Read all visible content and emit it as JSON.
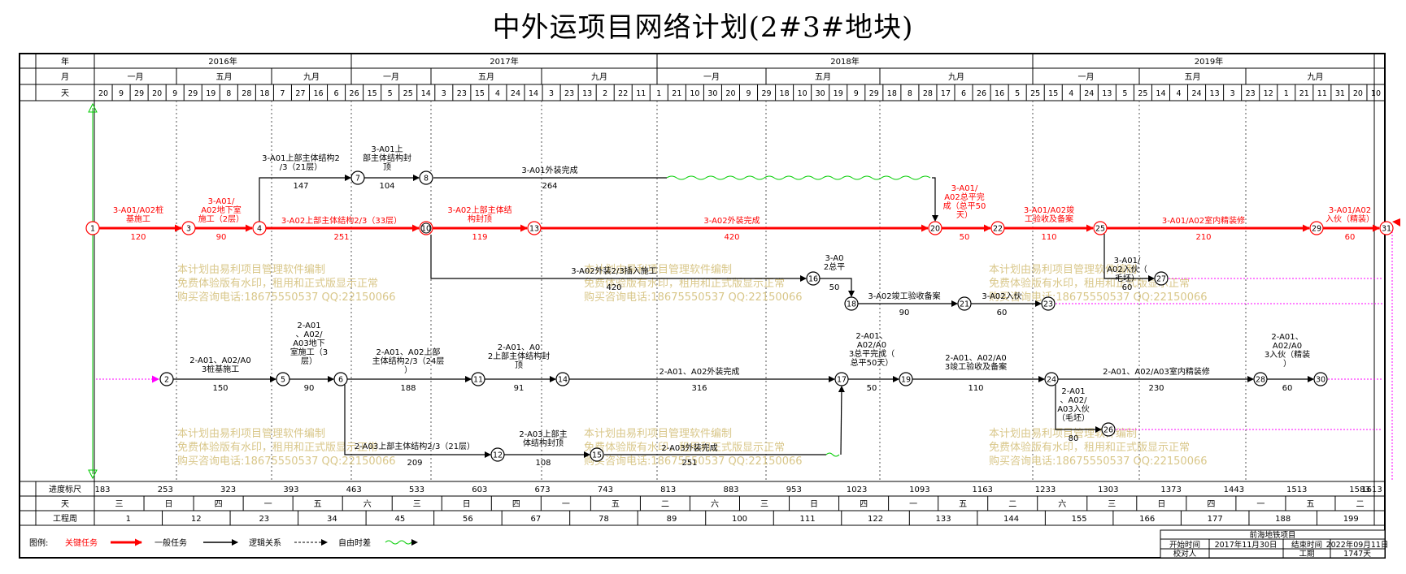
{
  "title": "中外运项目网络计划(2#3#地块)",
  "colors": {
    "critical": "#ff0000",
    "general": "#000000",
    "free_float": "#ff00ff",
    "logic": "#000000",
    "wave": "#00cc00",
    "watermark": "#d9c78a"
  },
  "header": {
    "row_labels": {
      "year": "年",
      "month": "月",
      "day": "天"
    },
    "years": [
      "2016年",
      "2017年",
      "2018年",
      "2019年"
    ],
    "months": [
      "一月",
      "五月",
      "九月",
      "一月",
      "五月",
      "九月",
      "一月",
      "五月",
      "九月",
      "一月",
      "五月",
      "九月"
    ],
    "days": [
      "20",
      "9",
      "29",
      "20",
      "9",
      "29",
      "19",
      "8",
      "28",
      "18",
      "7",
      "27",
      "16",
      "6",
      "26",
      "15",
      "5",
      "25",
      "14",
      "3",
      "23",
      "15",
      "4",
      "24",
      "14",
      "3",
      "23",
      "13",
      "2",
      "22",
      "11",
      "1",
      "21",
      "10",
      "30",
      "20",
      "9",
      "29",
      "18",
      "10",
      "30",
      "19",
      "9",
      "29",
      "18",
      "8",
      "28",
      "17",
      "6",
      "26",
      "16",
      "5",
      "25",
      "15",
      "4",
      "24",
      "13",
      "5",
      "25",
      "14",
      "4",
      "24",
      "13",
      "3",
      "23",
      "12",
      "1",
      "21",
      "11",
      "31",
      "20",
      "10"
    ]
  },
  "footer": {
    "progress": {
      "label": "进度标尺",
      "ticks": [
        "183",
        "253",
        "323",
        "393",
        "463",
        "533",
        "603",
        "673",
        "743",
        "813",
        "883",
        "953",
        "1023",
        "1093",
        "1163",
        "1233",
        "1303",
        "1373",
        "1443",
        "1513",
        "1583",
        "1613"
      ]
    },
    "weekday": {
      "label": "天",
      "values": [
        "三",
        "日",
        "四",
        "一",
        "五",
        "六",
        "三",
        "日",
        "四",
        "一",
        "五",
        "二",
        "六",
        "三",
        "日",
        "四",
        "一",
        "五",
        "二",
        "六",
        "三",
        "日",
        "四",
        "一",
        "五",
        "二"
      ]
    },
    "week": {
      "label": "工程周",
      "values": [
        "1",
        "12",
        "23",
        "34",
        "45",
        "56",
        "67",
        "78",
        "89",
        "100",
        "111",
        "122",
        "133",
        "144",
        "155",
        "166",
        "177",
        "188",
        "199"
      ]
    }
  },
  "legend": {
    "label": "图例:",
    "items": [
      "关键任务",
      "一般任务",
      "逻辑关系",
      "自由时差"
    ]
  },
  "info": {
    "project": "前海地铁项目",
    "start_label": "开始时间",
    "start": "2017年11月30日",
    "end_label": "结束时间",
    "end": "2022年09月11日",
    "checker_label": "校对人",
    "duration_label": "工期",
    "duration": "1747天"
  },
  "watermark": [
    "本计划由易利项目管理软件编制",
    "免费体验版有水印，租用和正式版显示正常",
    "购买咨询电话:18675550537 QQ:22150066"
  ],
  "nodes": [
    "1",
    "2",
    "3",
    "4",
    "5",
    "6",
    "7",
    "8",
    "10",
    "11",
    "12",
    "13",
    "14",
    "15",
    "16",
    "17",
    "18",
    "19",
    "20",
    "21",
    "22",
    "23",
    "24",
    "25",
    "26",
    "27",
    "28",
    "29",
    "30",
    "31"
  ],
  "tasks": {
    "t1_3": {
      "name": "3-A01/A02桩基施工",
      "dur": "120"
    },
    "t3_4": {
      "name": "3-A01/A02地下室施工（2层）",
      "dur": "90"
    },
    "t4_10": {
      "name": "3-A02上部主体结构2/3（33层）",
      "dur": "251"
    },
    "t4_7": {
      "name": "3-A01上部主体结构2/3（21层）",
      "dur": "147"
    },
    "t7_8": {
      "name": "3-A01上部主体结构封顶",
      "dur": "104"
    },
    "t8_20": {
      "name": "3-A01外装完成",
      "dur": "264"
    },
    "t10_13": {
      "name": "3-A02上部主体结构封顶",
      "dur": "119"
    },
    "t13_20": {
      "name": "3-A02外装完成",
      "dur": "420"
    },
    "t20_22": {
      "name": "3-A01/A02总平完成（总平50天）",
      "dur": "50"
    },
    "t22_25": {
      "name": "3-A01/A02竣工验收及备案",
      "dur": "110"
    },
    "t25_29": {
      "name": "3-A01/A02室内精装修",
      "dur": "210"
    },
    "t29_31": {
      "name": "3-A01/A02入伙（精装）",
      "dur": "60"
    },
    "t10_16": {
      "name": "3-A02外装2/3插入施工",
      "dur": "420"
    },
    "t16_18": {
      "name": "3-A02总平",
      "dur": "50"
    },
    "t18_21": {
      "name": "3-A02竣工验收备案",
      "dur": "90"
    },
    "t21_23": {
      "name": "3-A02入伙",
      "dur": "60"
    },
    "t25_27": {
      "name": "3-A01/A02入伙（毛坯）",
      "dur": "60"
    },
    "t2_5": {
      "name": "2-A01、A02/A03桩基施工",
      "dur": "150"
    },
    "t5_6": {
      "name": "2-A01、A02/A03地下室施工（3层）",
      "dur": "90"
    },
    "t6_11": {
      "name": "2-A01、A02上部主体结构2/3（24层）",
      "dur": "188"
    },
    "t11_14": {
      "name": "2-A01、A02上部主体结构封顶",
      "dur": "91"
    },
    "t14_17": {
      "name": "2-A01、A02外装完成",
      "dur": "316"
    },
    "t17_19": {
      "name": "2-A01、A02/A03总平完成（总平50天）",
      "dur": "50"
    },
    "t19_24": {
      "name": "2-A01、A02/A03竣工验收及备案",
      "dur": "110"
    },
    "t24_28": {
      "name": "2-A01、A02/A03室内精装修",
      "dur": "230"
    },
    "t28_30": {
      "name": "2-A01、A02/A03入伙（精装）",
      "dur": "60"
    },
    "t24_26": {
      "name": "2-A01、A02/A03入伙（毛坯）",
      "dur": "80"
    },
    "t6_12": {
      "name": "2-A03上部主体结构2/3（21层）",
      "dur": "209"
    },
    "t12_15": {
      "name": "2-A03上部主体结构封顶",
      "dur": "108"
    },
    "t15_17": {
      "name": "2-A03外装完成",
      "dur": "251"
    }
  }
}
